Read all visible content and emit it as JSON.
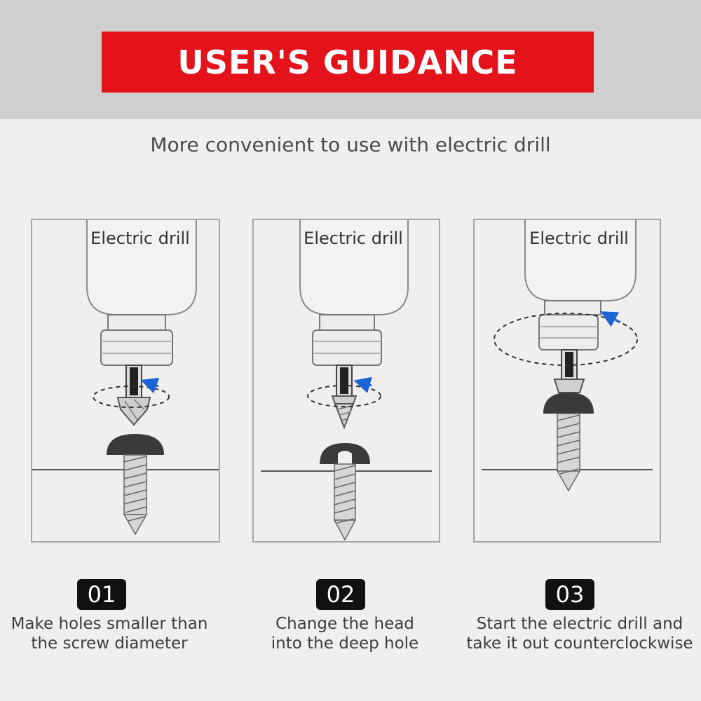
{
  "header": {
    "title": "USER'S GUIDANCE",
    "subtitle": "More convenient to use with electric drill",
    "accent_color": "#e3121b"
  },
  "panels": [
    {
      "label": "Electric drill",
      "icon": "drill-with-countersink-bit"
    },
    {
      "label": "Electric drill",
      "icon": "drill-with-extractor-in-screw"
    },
    {
      "label": "Electric drill",
      "icon": "drill-pulling-screw-out"
    }
  ],
  "steps": [
    {
      "number": "01",
      "line1": "Make holes smaller than",
      "line2": "the screw diameter"
    },
    {
      "number": "02",
      "line1": "Change the head",
      "line2": "into the deep hole"
    },
    {
      "number": "03",
      "line1": "Start the electric drill and",
      "line2": "take it out counterclockwise"
    }
  ]
}
